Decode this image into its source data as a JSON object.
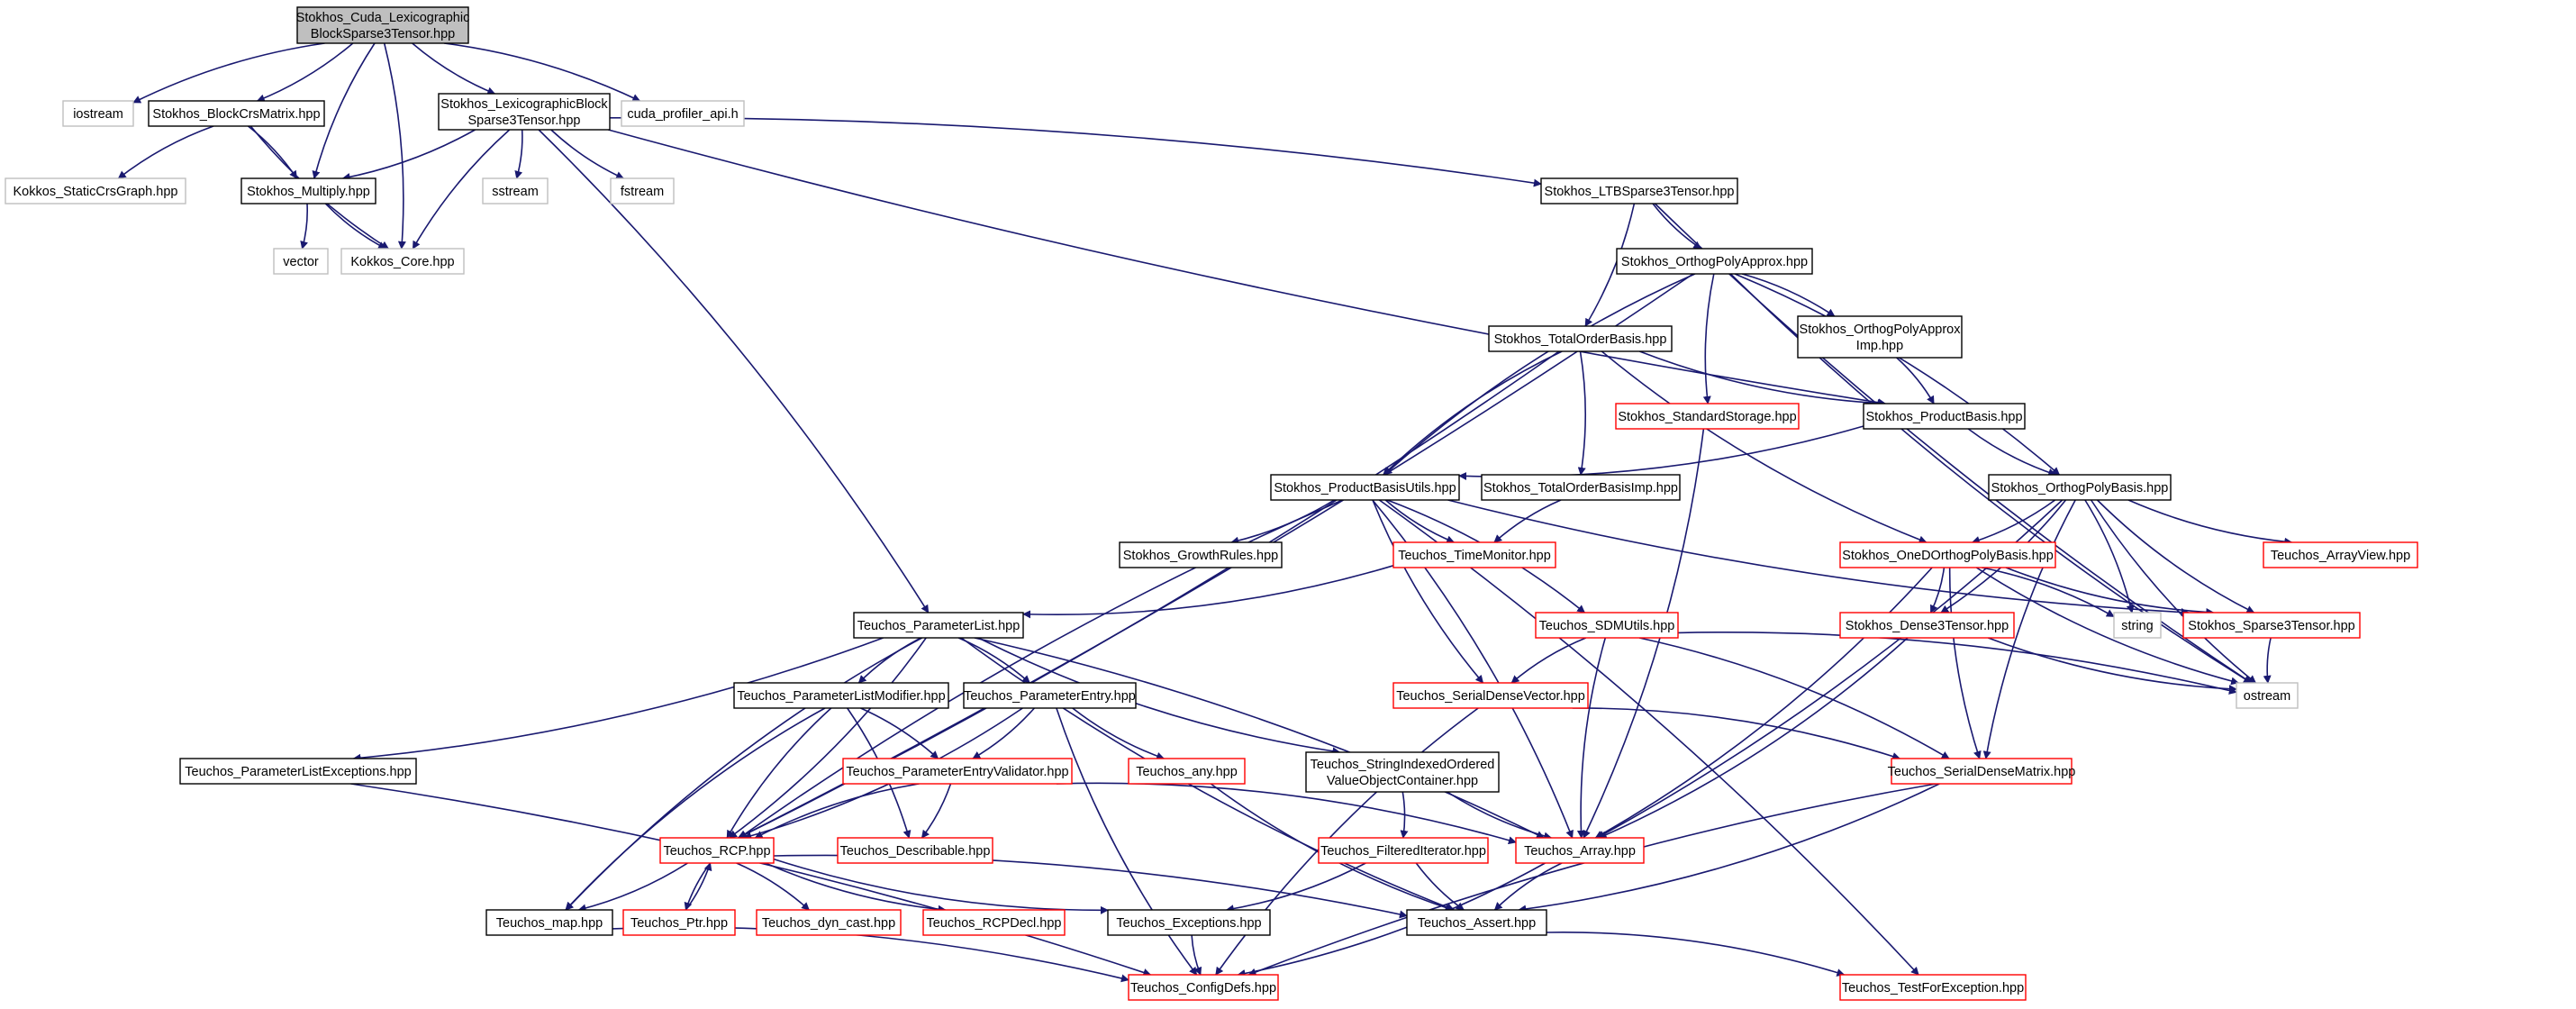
{
  "nodes": [
    {
      "id": "root",
      "lines": [
        "Stokhos_Cuda_Lexicographic",
        "BlockSparse3Tensor.hpp"
      ],
      "style": "root"
    },
    {
      "id": "iostream",
      "lines": [
        "iostream"
      ],
      "style": "gray"
    },
    {
      "id": "blockcrs",
      "lines": [
        "Stokhos_BlockCrsMatrix.hpp"
      ],
      "style": "black"
    },
    {
      "id": "lexblock",
      "lines": [
        "Stokhos_LexicographicBlock",
        "Sparse3Tensor.hpp"
      ],
      "style": "black"
    },
    {
      "id": "cudaprof",
      "lines": [
        "cuda_profiler_api.h"
      ],
      "style": "gray"
    },
    {
      "id": "staticcrs",
      "lines": [
        "Kokkos_StaticCrsGraph.hpp"
      ],
      "style": "gray"
    },
    {
      "id": "multiply",
      "lines": [
        "Stokhos_Multiply.hpp"
      ],
      "style": "black"
    },
    {
      "id": "sstream",
      "lines": [
        "sstream"
      ],
      "style": "gray"
    },
    {
      "id": "fstream",
      "lines": [
        "fstream"
      ],
      "style": "gray"
    },
    {
      "id": "ltb",
      "lines": [
        "Stokhos_LTBSparse3Tensor.hpp"
      ],
      "style": "black"
    },
    {
      "id": "vector",
      "lines": [
        "vector"
      ],
      "style": "gray"
    },
    {
      "id": "kcore",
      "lines": [
        "Kokkos_Core.hpp"
      ],
      "style": "gray"
    },
    {
      "id": "opa",
      "lines": [
        "Stokhos_OrthogPolyApprox.hpp"
      ],
      "style": "black"
    },
    {
      "id": "tob",
      "lines": [
        "Stokhos_TotalOrderBasis.hpp"
      ],
      "style": "black"
    },
    {
      "id": "opaimp",
      "lines": [
        "Stokhos_OrthogPolyApprox",
        "Imp.hpp"
      ],
      "style": "black"
    },
    {
      "id": "stdstorage",
      "lines": [
        "Stokhos_StandardStorage.hpp"
      ],
      "style": "red"
    },
    {
      "id": "prodbasis",
      "lines": [
        "Stokhos_ProductBasis.hpp"
      ],
      "style": "black"
    },
    {
      "id": "pbutils",
      "lines": [
        "Stokhos_ProductBasisUtils.hpp"
      ],
      "style": "black"
    },
    {
      "id": "tobimp",
      "lines": [
        "Stokhos_TotalOrderBasisImp.hpp"
      ],
      "style": "black"
    },
    {
      "id": "opb",
      "lines": [
        "Stokhos_OrthogPolyBasis.hpp"
      ],
      "style": "black"
    },
    {
      "id": "growth",
      "lines": [
        "Stokhos_GrowthRules.hpp"
      ],
      "style": "black"
    },
    {
      "id": "timemon",
      "lines": [
        "Teuchos_TimeMonitor.hpp"
      ],
      "style": "red"
    },
    {
      "id": "onedopb",
      "lines": [
        "Stokhos_OneDOrthogPolyBasis.hpp"
      ],
      "style": "red"
    },
    {
      "id": "arrayview",
      "lines": [
        "Teuchos_ArrayView.hpp"
      ],
      "style": "red"
    },
    {
      "id": "plist",
      "lines": [
        "Teuchos_ParameterList.hpp"
      ],
      "style": "black"
    },
    {
      "id": "sdmutils",
      "lines": [
        "Teuchos_SDMUtils.hpp"
      ],
      "style": "red"
    },
    {
      "id": "dense3",
      "lines": [
        "Stokhos_Dense3Tensor.hpp"
      ],
      "style": "red"
    },
    {
      "id": "string",
      "lines": [
        "string"
      ],
      "style": "gray"
    },
    {
      "id": "sparse3",
      "lines": [
        "Stokhos_Sparse3Tensor.hpp"
      ],
      "style": "red"
    },
    {
      "id": "plmod",
      "lines": [
        "Teuchos_ParameterListModifier.hpp"
      ],
      "style": "black"
    },
    {
      "id": "pentry",
      "lines": [
        "Teuchos_ParameterEntry.hpp"
      ],
      "style": "black"
    },
    {
      "id": "sdvector",
      "lines": [
        "Teuchos_SerialDenseVector.hpp"
      ],
      "style": "red"
    },
    {
      "id": "ostream",
      "lines": [
        "ostream"
      ],
      "style": "gray"
    },
    {
      "id": "plexc",
      "lines": [
        "Teuchos_ParameterListExceptions.hpp"
      ],
      "style": "black"
    },
    {
      "id": "pevalid",
      "lines": [
        "Teuchos_ParameterEntryValidator.hpp"
      ],
      "style": "red"
    },
    {
      "id": "any",
      "lines": [
        "Teuchos_any.hpp"
      ],
      "style": "red"
    },
    {
      "id": "siovoc",
      "lines": [
        "Teuchos_StringIndexedOrdered",
        "ValueObjectContainer.hpp"
      ],
      "style": "black"
    },
    {
      "id": "sdmatrix",
      "lines": [
        "Teuchos_SerialDenseMatrix.hpp"
      ],
      "style": "red"
    },
    {
      "id": "rcp",
      "lines": [
        "Teuchos_RCP.hpp"
      ],
      "style": "red"
    },
    {
      "id": "describable",
      "lines": [
        "Teuchos_Describable.hpp"
      ],
      "style": "red"
    },
    {
      "id": "filtered",
      "lines": [
        "Teuchos_FilteredIterator.hpp"
      ],
      "style": "red"
    },
    {
      "id": "array",
      "lines": [
        "Teuchos_Array.hpp"
      ],
      "style": "red"
    },
    {
      "id": "map",
      "lines": [
        "Teuchos_map.hpp"
      ],
      "style": "black"
    },
    {
      "id": "ptr",
      "lines": [
        "Teuchos_Ptr.hpp"
      ],
      "style": "red"
    },
    {
      "id": "dyncast",
      "lines": [
        "Teuchos_dyn_cast.hpp"
      ],
      "style": "red"
    },
    {
      "id": "rcpdecl",
      "lines": [
        "Teuchos_RCPDecl.hpp"
      ],
      "style": "red"
    },
    {
      "id": "exceptions",
      "lines": [
        "Teuchos_Exceptions.hpp"
      ],
      "style": "black"
    },
    {
      "id": "assert",
      "lines": [
        "Teuchos_Assert.hpp"
      ],
      "style": "black"
    },
    {
      "id": "configdefs",
      "lines": [
        "Teuchos_ConfigDefs.hpp"
      ],
      "style": "red"
    },
    {
      "id": "testforexc",
      "lines": [
        "Teuchos_TestForException.hpp"
      ],
      "style": "red"
    }
  ],
  "edges": [
    [
      "root",
      "iostream"
    ],
    [
      "root",
      "blockcrs"
    ],
    [
      "root",
      "multiply"
    ],
    [
      "root",
      "kcore"
    ],
    [
      "root",
      "lexblock"
    ],
    [
      "root",
      "cudaprof"
    ],
    [
      "blockcrs",
      "staticcrs"
    ],
    [
      "blockcrs",
      "multiply"
    ],
    [
      "blockcrs",
      "kcore"
    ],
    [
      "multiply",
      "vector"
    ],
    [
      "multiply",
      "kcore"
    ],
    [
      "lexblock",
      "multiply"
    ],
    [
      "lexblock",
      "kcore"
    ],
    [
      "lexblock",
      "sstream"
    ],
    [
      "lexblock",
      "fstream"
    ],
    [
      "lexblock",
      "ltb"
    ],
    [
      "lexblock",
      "prodbasis"
    ],
    [
      "lexblock",
      "plist"
    ],
    [
      "ltb",
      "opa"
    ],
    [
      "ltb",
      "tob"
    ],
    [
      "ltb",
      "ostream"
    ],
    [
      "opa",
      "opaimp"
    ],
    [
      "opa",
      "stdstorage"
    ],
    [
      "opa",
      "opb"
    ],
    [
      "opa",
      "pbutils"
    ],
    [
      "opa",
      "rcp"
    ],
    [
      "opa",
      "ostream"
    ],
    [
      "opaimp",
      "prodbasis"
    ],
    [
      "tob",
      "prodbasis"
    ],
    [
      "tob",
      "tobimp"
    ],
    [
      "tob",
      "pbutils"
    ],
    [
      "tob",
      "rcp"
    ],
    [
      "tob",
      "onedopb"
    ],
    [
      "stdstorage",
      "array"
    ],
    [
      "prodbasis",
      "opb"
    ],
    [
      "prodbasis",
      "pbutils"
    ],
    [
      "tobimp",
      "timemon"
    ],
    [
      "pbutils",
      "growth"
    ],
    [
      "pbutils",
      "timemon"
    ],
    [
      "pbutils",
      "sdmutils"
    ],
    [
      "pbutils",
      "sdvector"
    ],
    [
      "pbutils",
      "array"
    ],
    [
      "pbutils",
      "rcp"
    ],
    [
      "pbutils",
      "testforexc"
    ],
    [
      "pbutils",
      "sparse3"
    ],
    [
      "opb",
      "onedopb"
    ],
    [
      "opb",
      "arrayview"
    ],
    [
      "opb",
      "dense3"
    ],
    [
      "opb",
      "sparse3"
    ],
    [
      "opb",
      "string"
    ],
    [
      "opb",
      "ostream"
    ],
    [
      "opb",
      "array"
    ],
    [
      "opb",
      "sdmatrix"
    ],
    [
      "onedopb",
      "dense3"
    ],
    [
      "onedopb",
      "sparse3"
    ],
    [
      "onedopb",
      "string"
    ],
    [
      "onedopb",
      "ostream"
    ],
    [
      "onedopb",
      "array"
    ],
    [
      "onedopb",
      "sdmatrix"
    ],
    [
      "timemon",
      "plist"
    ],
    [
      "sdmutils",
      "sdvector"
    ],
    [
      "sdmutils",
      "sdmatrix"
    ],
    [
      "sdmutils",
      "array"
    ],
    [
      "sdmutils",
      "ostream"
    ],
    [
      "dense3",
      "ostream"
    ],
    [
      "dense3",
      "array"
    ],
    [
      "sparse3",
      "ostream"
    ],
    [
      "plist",
      "plexc"
    ],
    [
      "plist",
      "plmod"
    ],
    [
      "plist",
      "pentry"
    ],
    [
      "plist",
      "siovoc"
    ],
    [
      "plist",
      "rcp"
    ],
    [
      "plist",
      "map"
    ],
    [
      "plist",
      "array"
    ],
    [
      "plist",
      "assert"
    ],
    [
      "plmod",
      "pevalid"
    ],
    [
      "plmod",
      "rcp"
    ],
    [
      "plmod",
      "describable"
    ],
    [
      "plmod",
      "map"
    ],
    [
      "pentry",
      "pevalid"
    ],
    [
      "pentry",
      "any"
    ],
    [
      "pentry",
      "rcp"
    ],
    [
      "pentry",
      "configdefs"
    ],
    [
      "pevalid",
      "describable"
    ],
    [
      "pevalid",
      "rcp"
    ],
    [
      "pevalid",
      "array"
    ],
    [
      "any",
      "assert"
    ],
    [
      "siovoc",
      "filtered"
    ],
    [
      "siovoc",
      "array"
    ],
    [
      "sdvector",
      "sdmatrix"
    ],
    [
      "sdvector",
      "configdefs"
    ],
    [
      "sdmatrix",
      "assert"
    ],
    [
      "sdmatrix",
      "configdefs"
    ],
    [
      "plexc",
      "configdefs"
    ],
    [
      "filtered",
      "assert"
    ],
    [
      "filtered",
      "exceptions"
    ],
    [
      "array",
      "assert"
    ],
    [
      "array",
      "configdefs"
    ],
    [
      "rcp",
      "ptr"
    ],
    [
      "rcp",
      "dyncast"
    ],
    [
      "rcp",
      "rcpdecl"
    ],
    [
      "rcp",
      "map"
    ],
    [
      "rcp",
      "exceptions"
    ],
    [
      "rcp",
      "assert"
    ],
    [
      "ptr",
      "rcp"
    ],
    [
      "map",
      "configdefs"
    ],
    [
      "exceptions",
      "configdefs"
    ],
    [
      "assert",
      "testforexc"
    ]
  ],
  "colors": {
    "edge": "#191970",
    "root_fill": "#bfbfbf",
    "gray_border": "#bfbfbf",
    "red_border": "#ff0000",
    "black_border": "#000000"
  }
}
